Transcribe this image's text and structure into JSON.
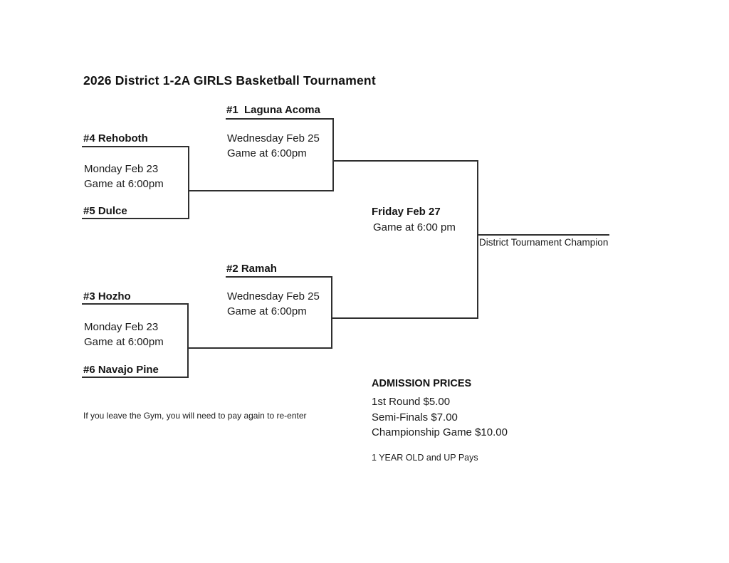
{
  "page": {
    "title": "2026 District 1-2A GIRLS Basketball Tournament"
  },
  "bracket": {
    "round1": [
      {
        "top_seed": "#4 Rehoboth",
        "bottom_seed": "#5 Dulce",
        "date": "Monday Feb 23",
        "time": "Game at 6:00pm"
      },
      {
        "top_seed": "#3 Hozho",
        "bottom_seed": "#6 Navajo Pine",
        "date": "Monday Feb 23",
        "time": "Game at 6:00pm"
      }
    ],
    "semifinals": [
      {
        "seed": "#1  Laguna Acoma",
        "date": "Wednesday Feb 25",
        "time": "Game at 6:00pm"
      },
      {
        "seed": "#2 Ramah",
        "date": "Wednesday Feb 25",
        "time": "Game at 6:00pm"
      }
    ],
    "final": {
      "date": "Friday Feb 27",
      "time": "Game at 6:00 pm",
      "champion_label": "District Tournament Champion"
    }
  },
  "notes": {
    "reentry": "If you leave the Gym, you will need to pay again to re-enter"
  },
  "admission": {
    "heading": "ADMISSION PRICES",
    "lines": [
      "1st Round $5.00",
      "Semi-Finals $7.00",
      "Championship Game $10.00"
    ],
    "age_note": "1 YEAR OLD and UP Pays"
  }
}
